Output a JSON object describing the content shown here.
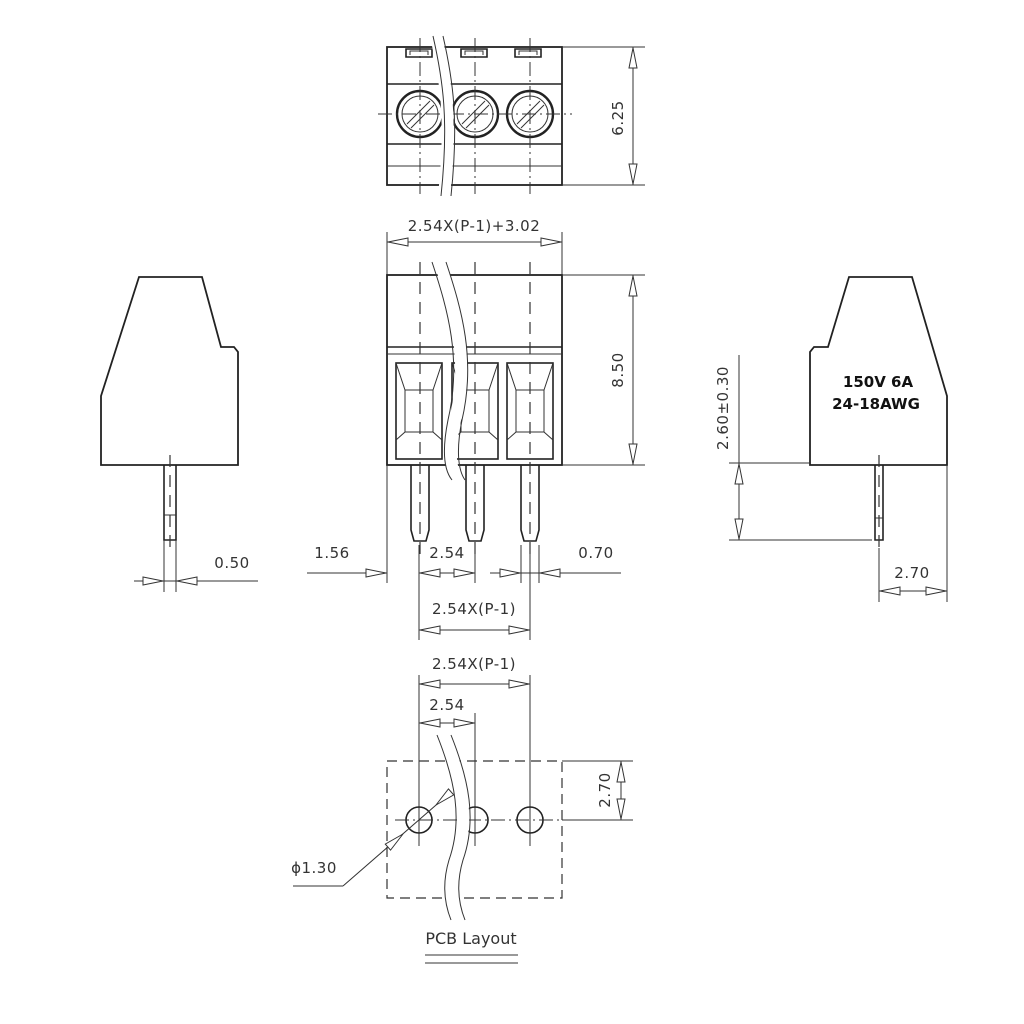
{
  "drawing": {
    "type": "technical-drawing",
    "subject": "3-pole PCB screw terminal block, 2.54 mm pitch"
  },
  "top_view": {
    "height_dim": "6.25",
    "pole_count": 3
  },
  "front_view": {
    "width_dim": "2.54X(P-1)+3.02",
    "height_dim": "8.50",
    "edge_offset_dim": "1.56",
    "pitch_dim": "2.54",
    "pin_width_dim": "0.70",
    "span_dim": "2.54X(P-1)"
  },
  "left_side_view": {
    "pin_thickness_dim": "0.50"
  },
  "right_side_view": {
    "rating_line1": "150V 6A",
    "rating_line2": "24-18AWG",
    "pin_length_dim": "2.60±0.30",
    "pin_offset_dim": "2.70"
  },
  "pcb_layout": {
    "span_dim": "2.54X(P-1)",
    "pitch_dim": "2.54",
    "row_offset_dim": "2.70",
    "hole_diameter_dim": "ϕ1.30",
    "title": "PCB Layout"
  }
}
